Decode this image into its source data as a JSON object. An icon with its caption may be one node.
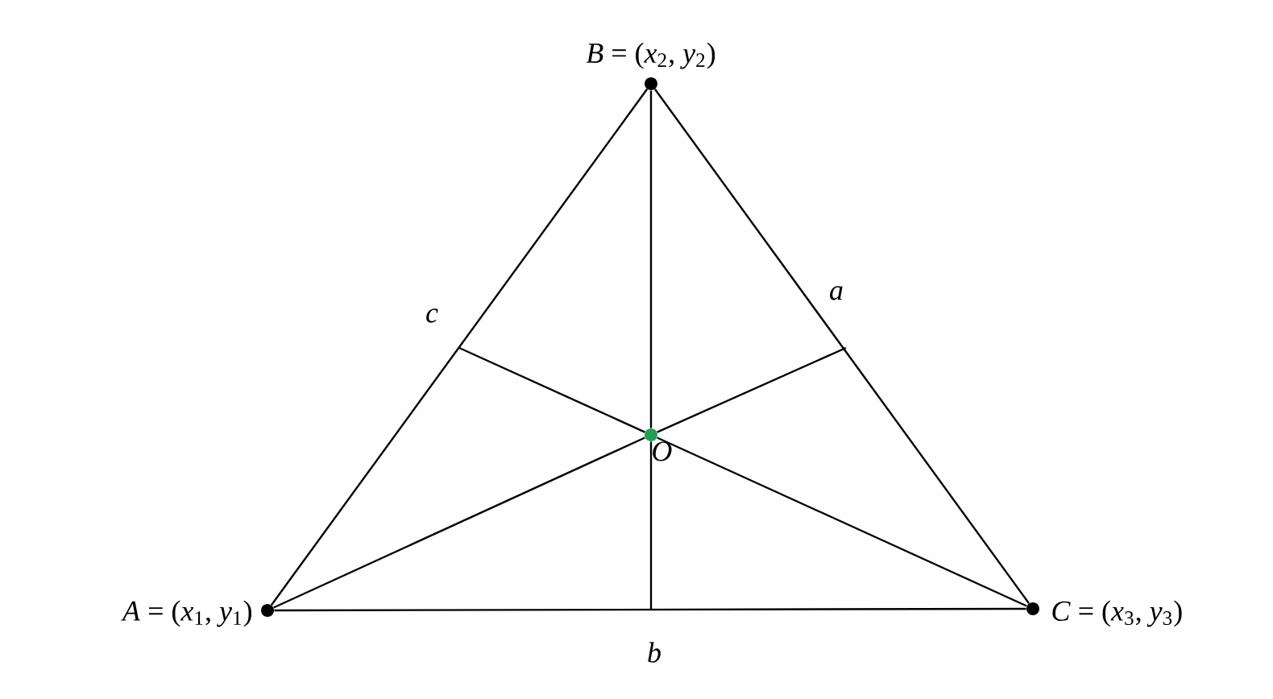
{
  "diagram": {
    "nodes": [
      {
        "text": [],
        "shape": "circle",
        "beside": [
          "*A* = (*x*$_{1}$, *y*$_{1}$)"
        ]
      },
      {
        "text": [],
        "shape": "circle",
        "beside": [
          "*B* = (*x*$_{2}$, *y*$_{2}$)"
        ]
      },
      {
        "text": [],
        "shape": "circle",
        "beside": [
          "*C* = (*x*$_{3}$, *y*$_{3}$)"
        ]
      },
      {
        "text": [],
        "shape": "circle",
        "beside": [
          "O"
        ]
      }
    ],
    "edges": [
      {
        "from": 0,
        "to": 1,
        "arrow": "none",
        "label": "c"
      },
      {
        "from": 1,
        "to": 2,
        "arrow": "none",
        "label": "a"
      },
      {
        "from": 2,
        "to": 0,
        "arrow": "none",
        "label": "b"
      },
      {
        "from": 0,
        "to": 3,
        "arrow": "none"
      },
      {
        "from": 1,
        "to": 3,
        "arrow": "none"
      },
      {
        "from": 2,
        "to": 3,
        "arrow": "none"
      },
      {
        "from": 3,
        "to": null,
        "arrow": "none"
      },
      {
        "from": 3,
        "to": null,
        "arrow": "none"
      },
      {
        "from": 3,
        "to": null,
        "arrow": "none"
      }
    ]
  }
}
